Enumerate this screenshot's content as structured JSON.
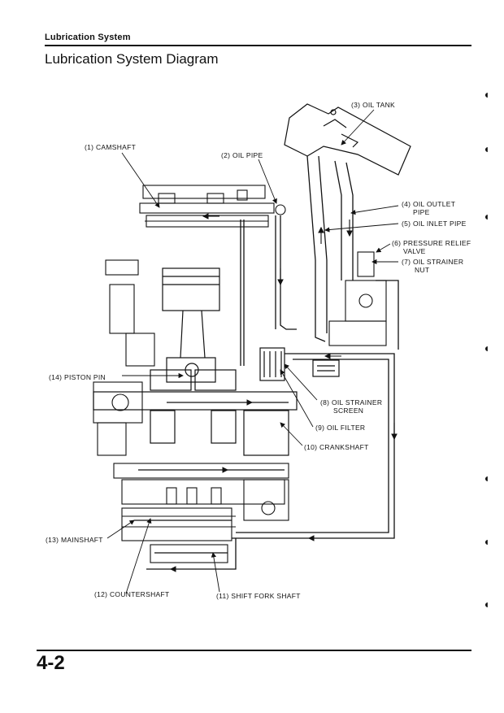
{
  "header": {
    "section": "Lubrication System"
  },
  "title": "Lubrication System Diagram",
  "page_number": "4-2",
  "callouts": {
    "camshaft": "(1) CAMSHAFT",
    "oil_pipe": "(2) OIL PIPE",
    "oil_tank": "(3) OIL TANK",
    "oil_outlet_pipe_1": "(4) OIL OUTLET",
    "oil_outlet_pipe_2": "PIPE",
    "oil_inlet_pipe": "(5) OIL INLET PIPE",
    "pressure_relief_valve_1": "(6) PRESSURE RELIEF",
    "pressure_relief_valve_2": "VALVE",
    "oil_strainer_nut_1": "(7) OIL STRAINER",
    "oil_strainer_nut_2": "NUT",
    "oil_strainer_screen_1": "(8) OIL STRAINER",
    "oil_strainer_screen_2": "SCREEN",
    "oil_filter": "(9) OIL FILTER",
    "crankshaft": "(10) CRANKSHAFT",
    "shift_fork_shaft": "(11) SHIFT FORK SHAFT",
    "countershaft": "(12) COUNTERSHAFT",
    "mainshaft": "(13) MAINSHAFT",
    "piston_pin": "(14) PISTON PIN"
  }
}
